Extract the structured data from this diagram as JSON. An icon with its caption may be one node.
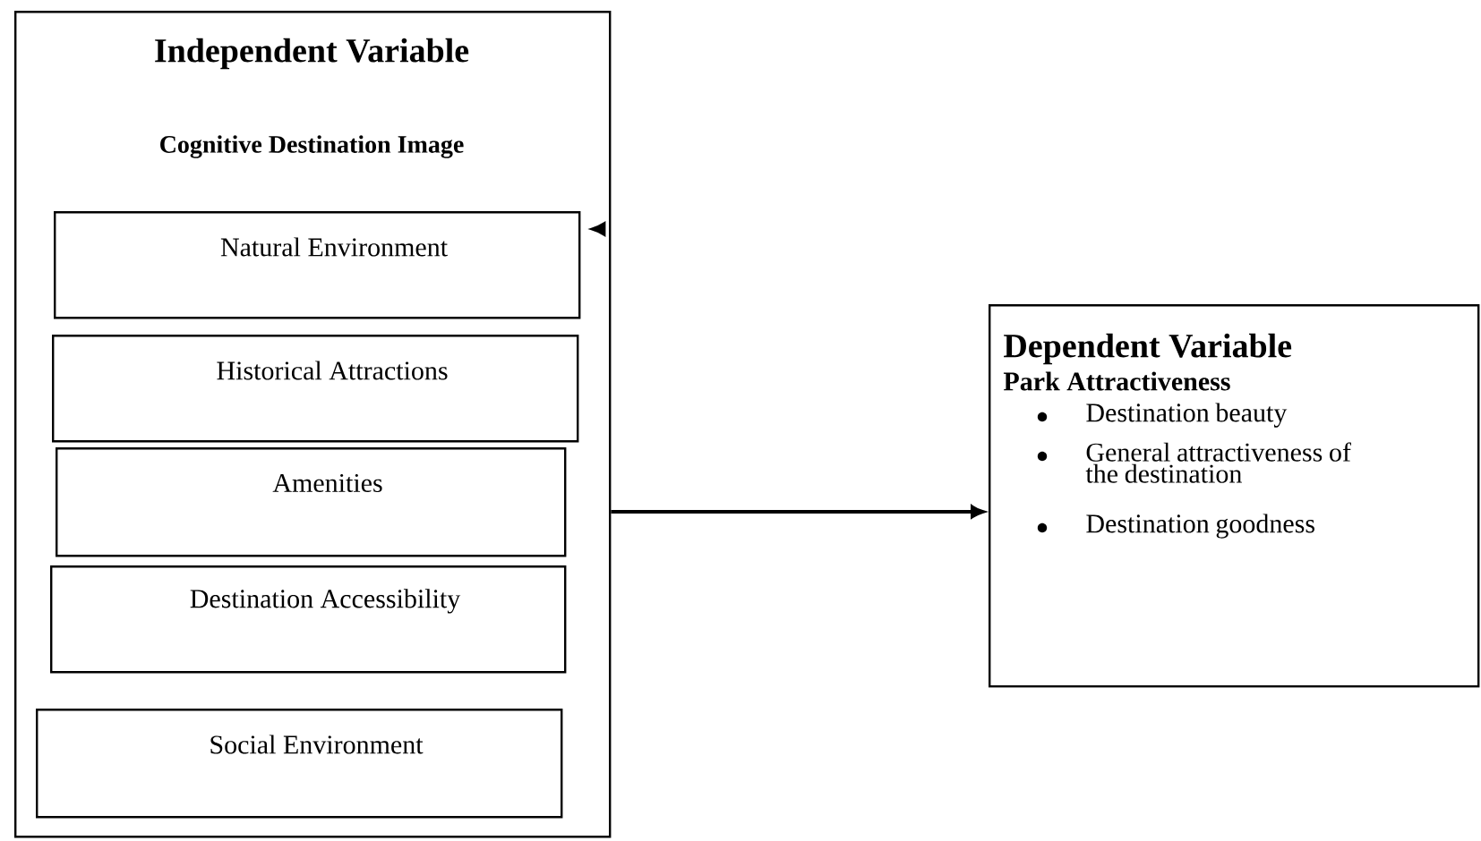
{
  "diagram": {
    "nodes": [
      {
        "text": [
          "Independent Variable",
          "Cognitive Destination Image"
        ]
      },
      {
        "text": [
          "Natural Environment"
        ],
        "in": 0
      },
      {
        "text": [
          "Historical Attractions"
        ],
        "in": 0
      },
      {
        "text": [
          "Amenities"
        ],
        "in": 0
      },
      {
        "text": [
          "Destination Accessibility"
        ],
        "in": 0
      },
      {
        "text": [
          "Social Environment"
        ],
        "in": 0
      },
      {
        "text": [
          "Dependent Variable",
          "Park Attractiveness",
          "Destination beauty",
          "General attractiveness of the destination",
          "Destination goodness"
        ]
      }
    ],
    "edges": [
      {
        "from": 0,
        "to": 6,
        "arrow": "to"
      },
      {
        "from": null,
        "to": 1,
        "arrow": "to"
      }
    ]
  }
}
